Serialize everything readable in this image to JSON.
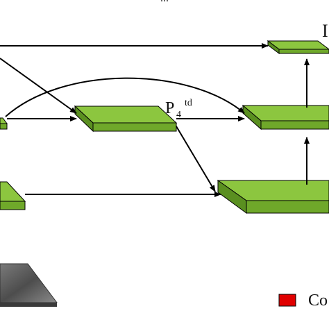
{
  "caption_top": "...",
  "labels": {
    "p4_base": "P",
    "p4_sub": "4",
    "p4_sup": "td",
    "top_right_letter": "I"
  },
  "legend": {
    "text": "Co",
    "swatch_color": "#e00000"
  },
  "colors": {
    "layer_top": "#8cc63f",
    "layer_front": "#6fa82a",
    "layer_side": "#5a8f20",
    "arrow": "#000000",
    "image_patch": "#5a5a5a"
  }
}
